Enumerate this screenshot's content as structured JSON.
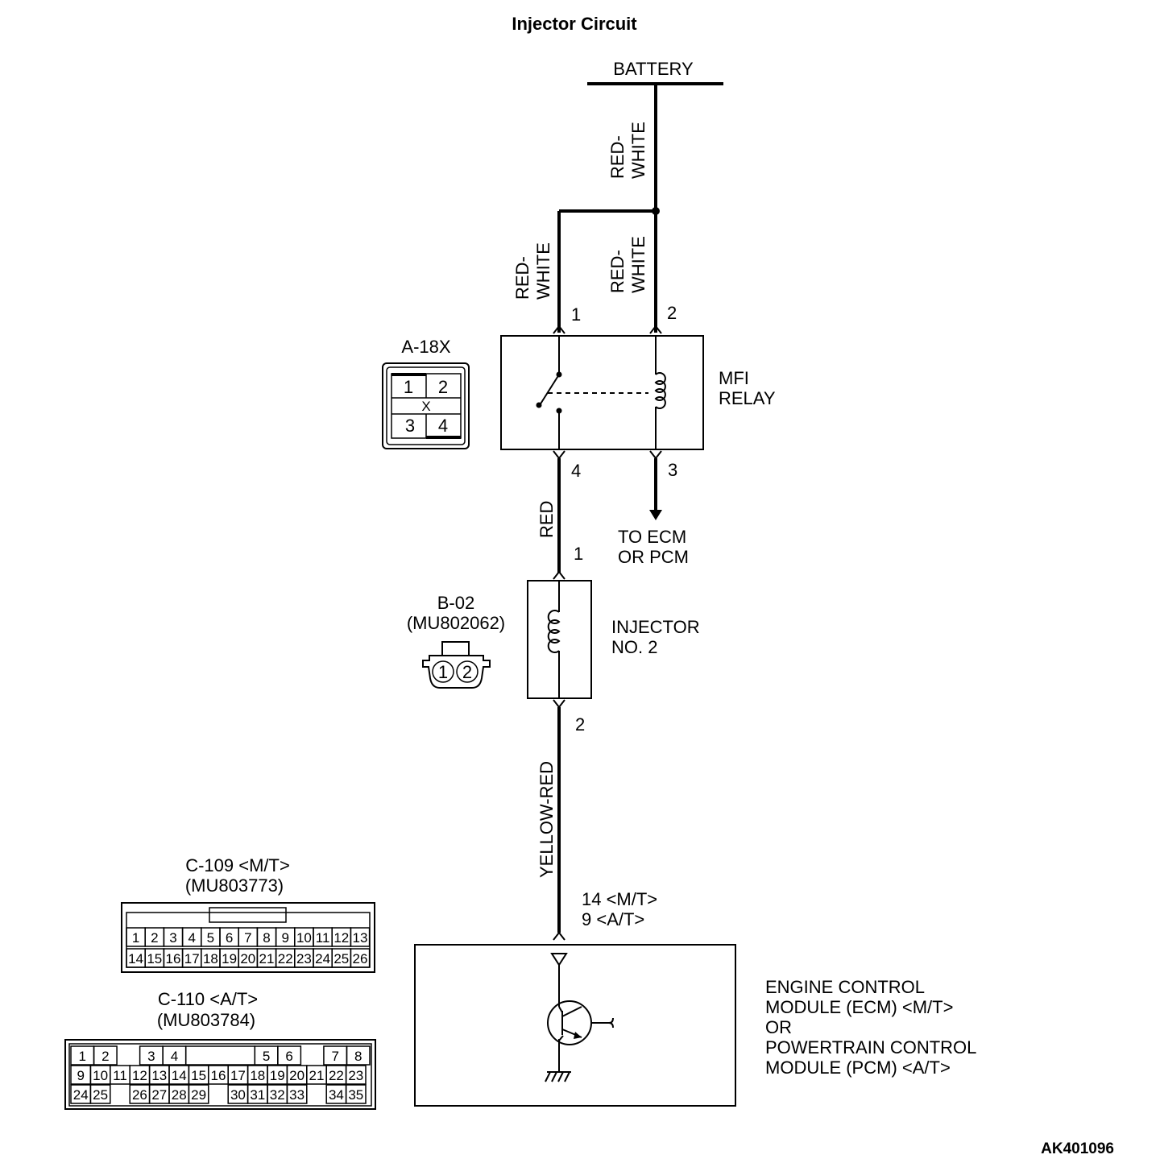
{
  "title": "Injector Circuit",
  "figure_id": "AK401096",
  "battery": {
    "label": "BATTERY"
  },
  "wires": {
    "battery_main": [
      "RED-",
      "WHITE"
    ],
    "relay_pin1": [
      "RED-",
      "WHITE"
    ],
    "relay_pin2": [
      "RED-",
      "WHITE"
    ],
    "relay_to_injector": "RED",
    "injector_to_ecm": "YELLOW-RED"
  },
  "relay": {
    "label_line1": "MFI",
    "label_line2": "RELAY",
    "pins": {
      "p1": "1",
      "p2": "2",
      "p3": "3",
      "p4": "4"
    },
    "connector": {
      "name": "A-18X",
      "cells": [
        "1",
        "2",
        "3",
        "4"
      ],
      "mark": "X"
    },
    "to_ecm_line1": "TO ECM",
    "to_ecm_line2": "OR PCM"
  },
  "injector": {
    "label_line1": "INJECTOR",
    "label_line2": "NO. 2",
    "pins": {
      "p1": "1",
      "p2": "2"
    },
    "connector": {
      "name": "B-02",
      "part": "(MU802062)",
      "cells": [
        "1",
        "2"
      ]
    }
  },
  "ecm": {
    "pin_line1": "14 <M/T>",
    "pin_line2": "9 <A/T>",
    "label_lines": [
      "ENGINE CONTROL",
      "MODULE (ECM) <M/T>",
      "OR",
      "POWERTRAIN CONTROL",
      "MODULE (PCM) <A/T>"
    ]
  },
  "connector_c109": {
    "name": "C-109 <M/T>",
    "part": "(MU803773)",
    "row1": [
      "1",
      "2",
      "3",
      "4",
      "5",
      "6",
      "7",
      "8",
      "9",
      "10",
      "11",
      "12",
      "13"
    ],
    "row2": [
      "14",
      "15",
      "16",
      "17",
      "18",
      "19",
      "20",
      "21",
      "22",
      "23",
      "24",
      "25",
      "26"
    ]
  },
  "connector_c110": {
    "name": "C-110 <A/T>",
    "part": "(MU803784)",
    "row1": [
      "1",
      "2",
      "",
      "3",
      "4",
      "",
      "",
      "",
      "5",
      "6",
      "",
      "7",
      "8"
    ],
    "row2": [
      "9",
      "10",
      "11",
      "12",
      "13",
      "14",
      "15",
      "16",
      "17",
      "18",
      "19",
      "20",
      "21",
      "22",
      "23"
    ],
    "row3": [
      "24",
      "25",
      "",
      "26",
      "27",
      "28",
      "29",
      "",
      "30",
      "31",
      "32",
      "33",
      "",
      "34",
      "35"
    ]
  }
}
